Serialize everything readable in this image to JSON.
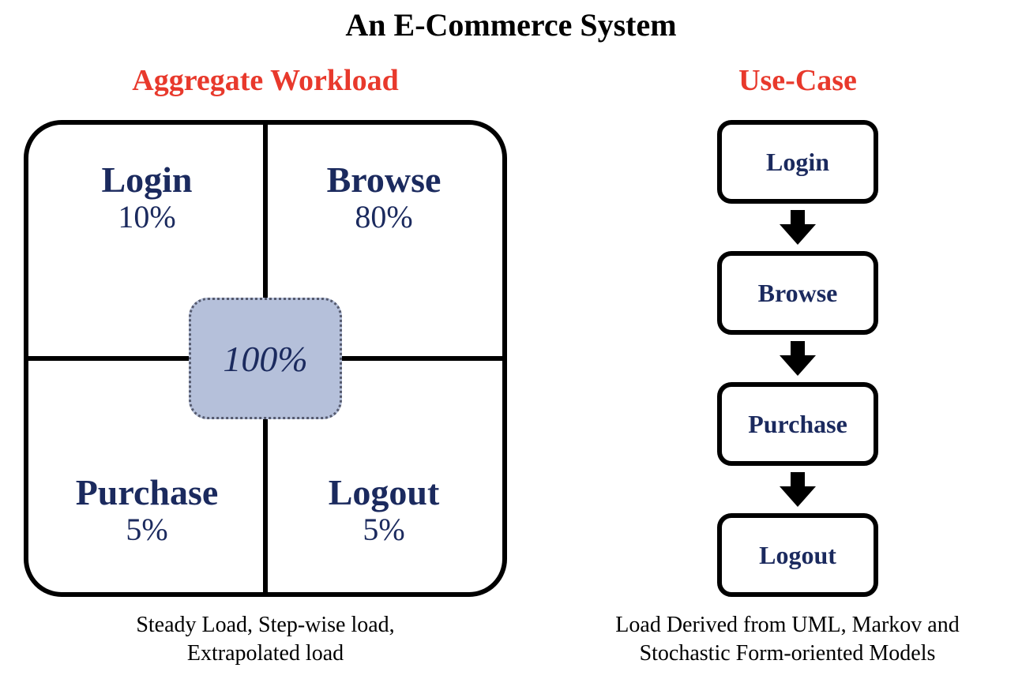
{
  "title": "An E-Commerce System",
  "colors": {
    "heading_red": "#e8392c",
    "label_navy": "#1b2a5e",
    "center_box_fill": "#b5c0da",
    "line_black": "#000000"
  },
  "aggregate": {
    "heading": "Aggregate Workload",
    "quadrants": [
      {
        "label": "Login",
        "pct": "10%"
      },
      {
        "label": "Browse",
        "pct": "80%"
      },
      {
        "label": "Purchase",
        "pct": "5%"
      },
      {
        "label": "Logout",
        "pct": "5%"
      }
    ],
    "center_total": "100%",
    "caption_line1": "Steady Load, Step-wise load,",
    "caption_line2": "Extrapolated load"
  },
  "usecase": {
    "heading": "Use-Case",
    "steps": [
      "Login",
      "Browse",
      "Purchase",
      "Logout"
    ],
    "caption_line1": "Load Derived from UML, Markov and",
    "caption_line2": "Stochastic Form-oriented Models"
  }
}
